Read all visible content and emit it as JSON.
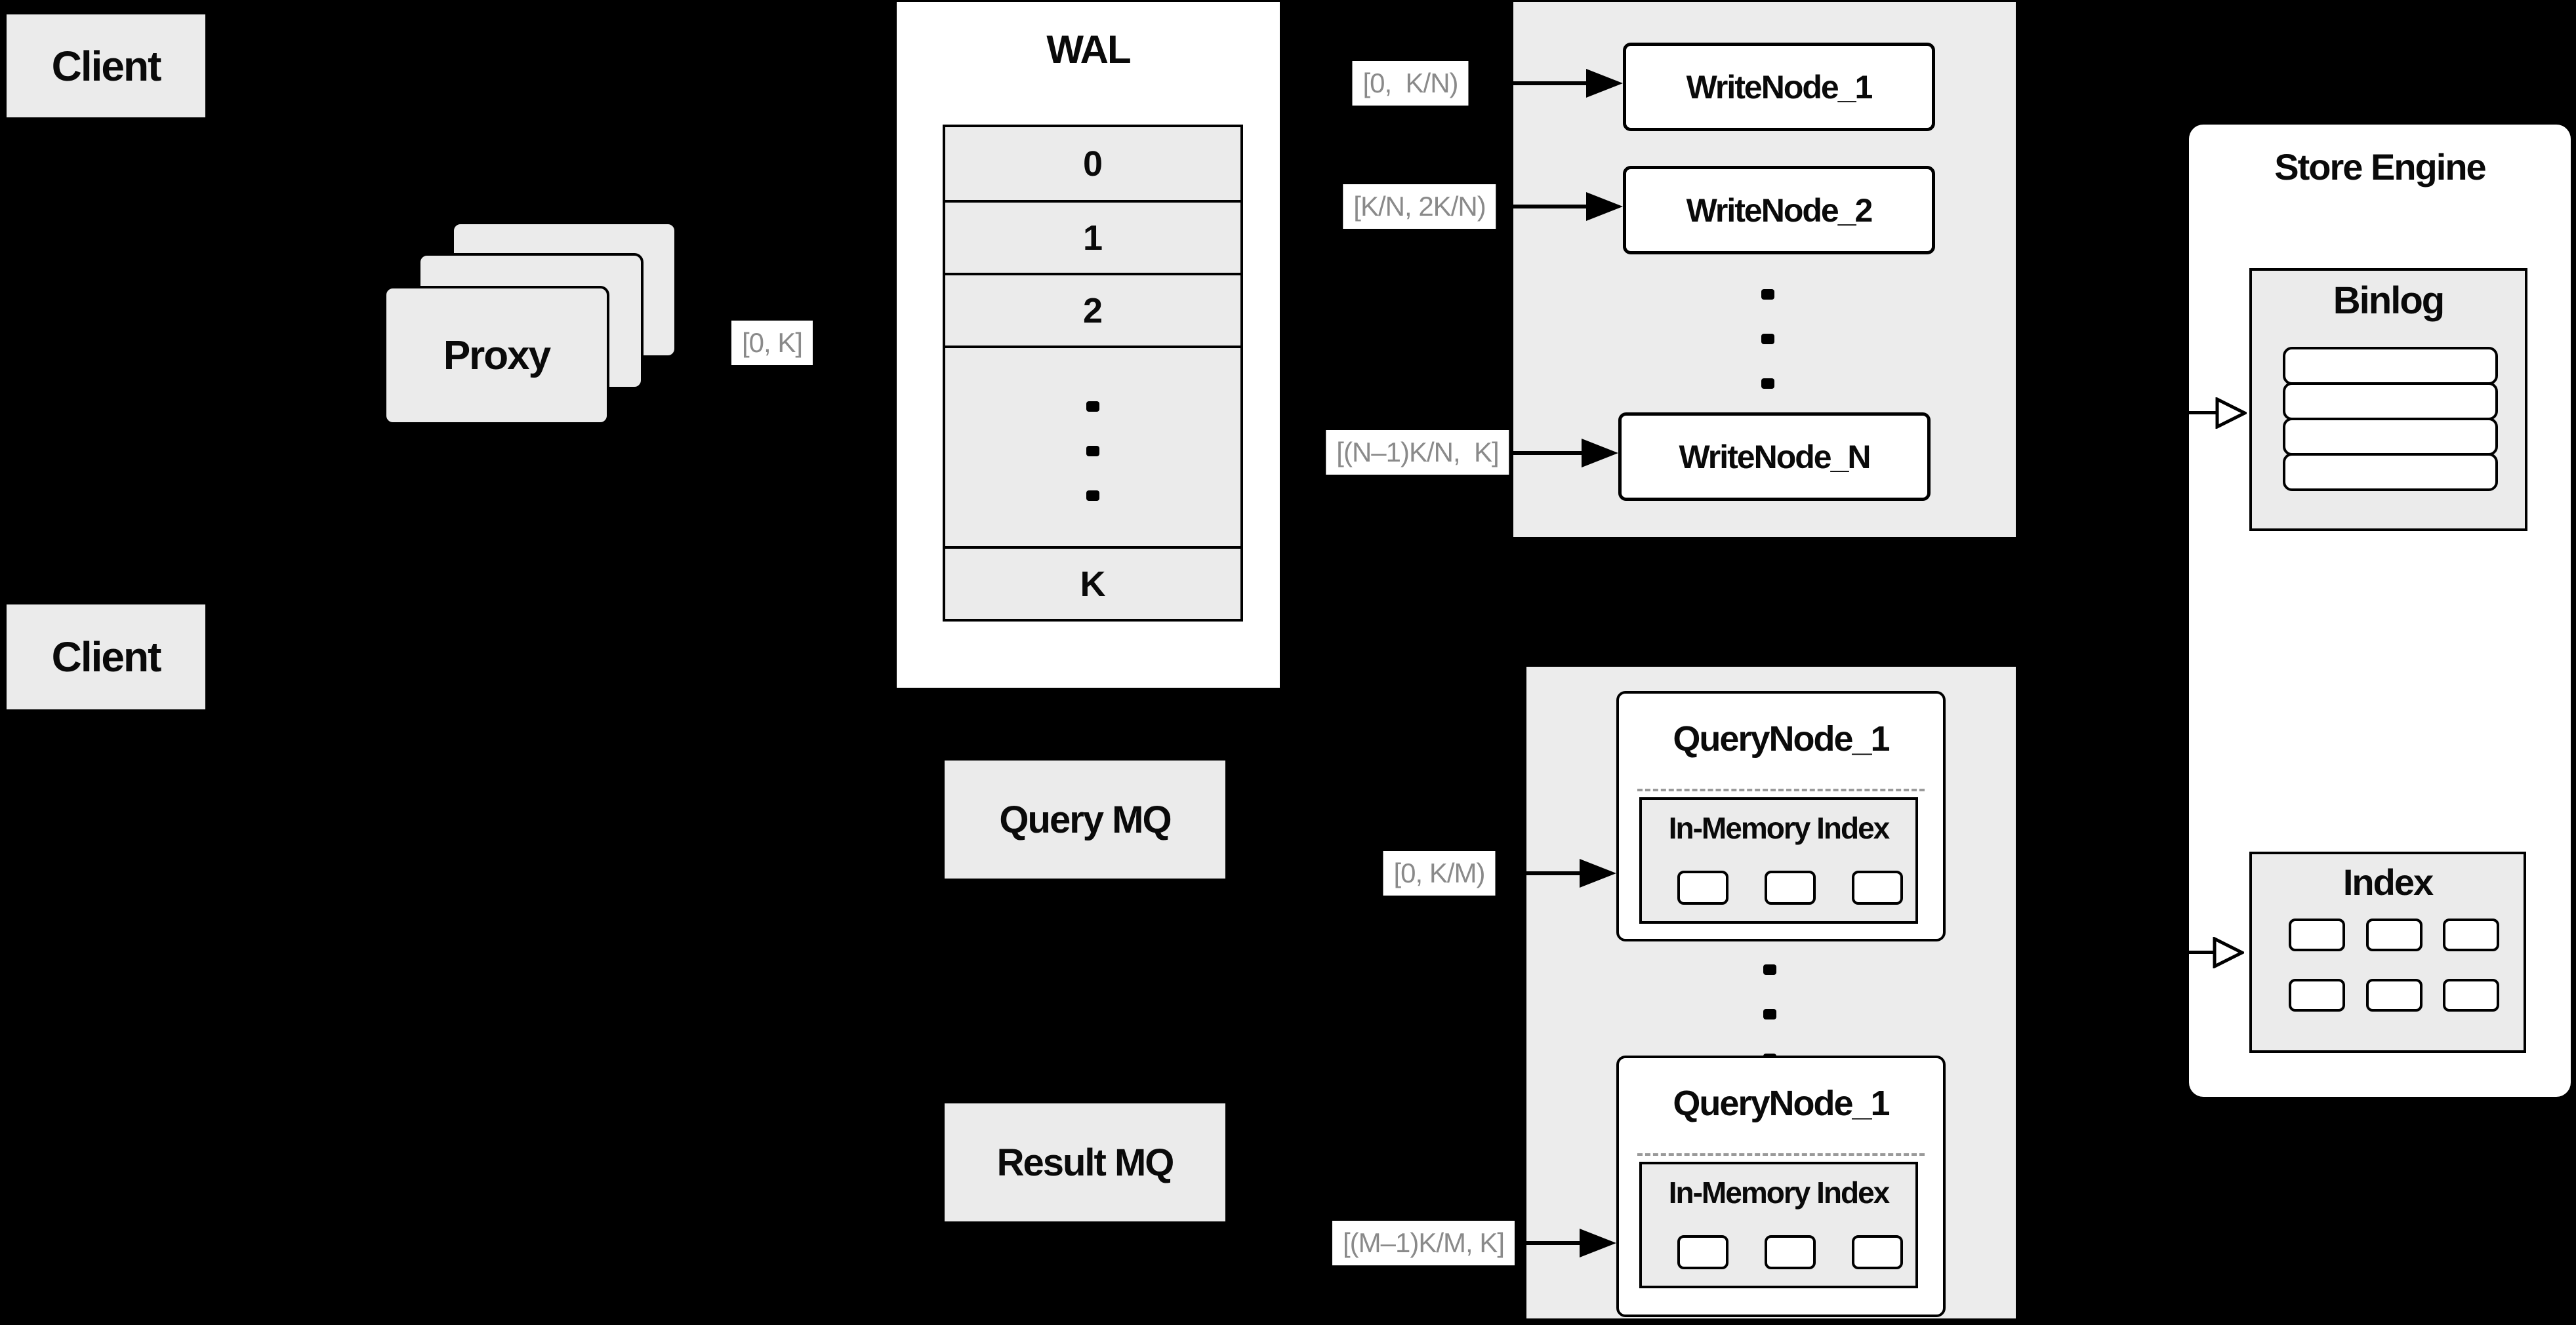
{
  "colors": {
    "background": "#000000",
    "node_fill": "#ebebeb",
    "cluster_fill": "#ececec",
    "node_white": "#ffffff",
    "edge_label_text": "#8a8a8a",
    "stroke": "#000000",
    "dashed_divider": "#9a9a9a"
  },
  "clients": {
    "top": "Client",
    "bottom": "Client"
  },
  "proxy": {
    "label": "Proxy"
  },
  "wal": {
    "title": "WAL",
    "segments": [
      "0",
      "1",
      "2"
    ],
    "last_segment": "K"
  },
  "edge_labels": {
    "proxy_wal": "[0, K]",
    "write_1": "[0,  K/N)",
    "write_2": "[K/N, 2K/N)",
    "write_n": "[(N–1)K/N,  K]",
    "query_1": "[0, K/M)",
    "query_m": "[(M–1)K/M, K]"
  },
  "write_nodes": {
    "node1": "WriteNode_1",
    "node2": "WriteNode_2",
    "nodeN": "WriteNode_N"
  },
  "store_engine": {
    "title": "Store Engine",
    "binlog_title": "Binlog",
    "index_title": "Index"
  },
  "query_nodes": {
    "node1_title": "QueryNode_1",
    "node2_title": "QueryNode_1",
    "inmem_title_1": "In-Memory Index",
    "inmem_title_2": "In-Memory Index"
  },
  "mq": {
    "query": "Query MQ",
    "result": "Result MQ"
  }
}
